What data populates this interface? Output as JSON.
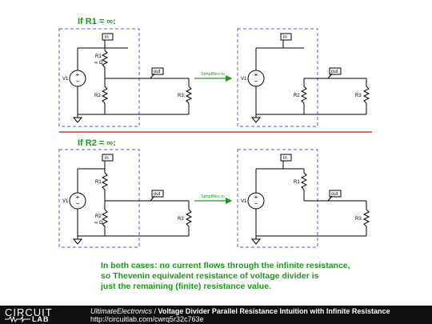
{
  "headings": {
    "case1": "If R1 = ∞:",
    "case2": "If R2 = ∞:"
  },
  "labels": {
    "in": "in",
    "out": "out",
    "v1": "V1",
    "r1": "R1",
    "r2": "R2",
    "r3": "R3",
    "inf_ohm": "∞ Ω",
    "simplifies": "Simplifies to"
  },
  "summary": [
    "In both cases: no current flows through the infinite resistance,",
    "so Thevenin equivalent resistance of voltage divider is",
    "just the remaining (finite) resistance value."
  ],
  "footer": {
    "logo_top": "CIRCUIT",
    "logo_bottom": "LAB",
    "author": "UltimateElectronics",
    "separator": " / ",
    "title": "Voltage Divider Parallel Resistance Intuition with Infinite Resistance",
    "url": "http://circuitlab.com/cwrq5r32c763e"
  },
  "colors": {
    "heading": "#1a9a1a",
    "frame": "#5555dd",
    "divider": "#e03030",
    "arrow": "#1a9a1a",
    "wire": "#000000",
    "footer_bg": "#101010"
  }
}
